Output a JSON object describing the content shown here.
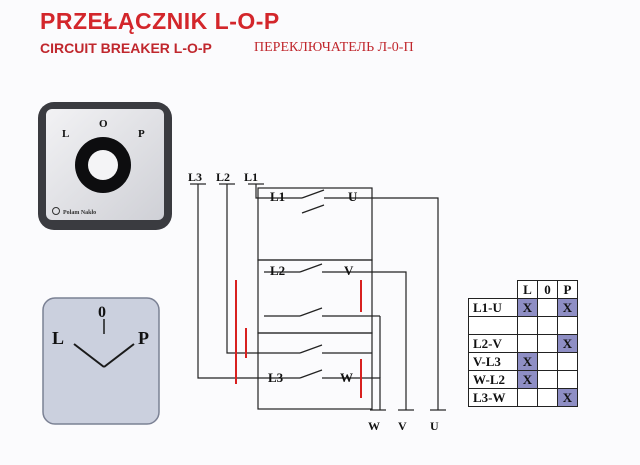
{
  "header": {
    "title": "PRZEŁĄCZNIK  L-O-P",
    "subtitle_en": "CIRCUIT BREAKER  L-O-P",
    "subtitle_ru": "ПЕРЕКЛЮЧАТЕЛЬ Л-0-П"
  },
  "switch_photo": {
    "label_l": "L",
    "label_o": "O",
    "label_p": "P",
    "brand": "Polam Nakło"
  },
  "position_diagram": {
    "label_l": "L",
    "label_0": "0",
    "label_p": "P"
  },
  "wiring": {
    "inputs": [
      "L3",
      "L2",
      "L1"
    ],
    "outputs": [
      "W",
      "V",
      "U"
    ],
    "contacts": [
      {
        "left": "L1",
        "right": "U"
      },
      {
        "left": "L2",
        "right": "V"
      },
      {
        "left": "L3",
        "right": "W"
      }
    ],
    "colors": {
      "line": "#222222",
      "bridge": "#d8201f"
    }
  },
  "truth_table": {
    "columns": [
      "L",
      "0",
      "P"
    ],
    "rows": [
      {
        "label": "L1-U",
        "cells": [
          "X",
          "",
          "X"
        ]
      },
      {
        "label": "",
        "cells": [
          "",
          "",
          ""
        ]
      },
      {
        "label": "L2-V",
        "cells": [
          "",
          "",
          "X"
        ]
      },
      {
        "label": "V-L3",
        "cells": [
          "X",
          "",
          ""
        ]
      },
      {
        "label": "W-L2",
        "cells": [
          "X",
          "",
          ""
        ]
      },
      {
        "label": "L3-W",
        "cells": [
          "",
          "",
          "X"
        ]
      }
    ],
    "colors": {
      "active": "#8e8ec4"
    }
  },
  "colors": {
    "title": "#d3262b"
  }
}
